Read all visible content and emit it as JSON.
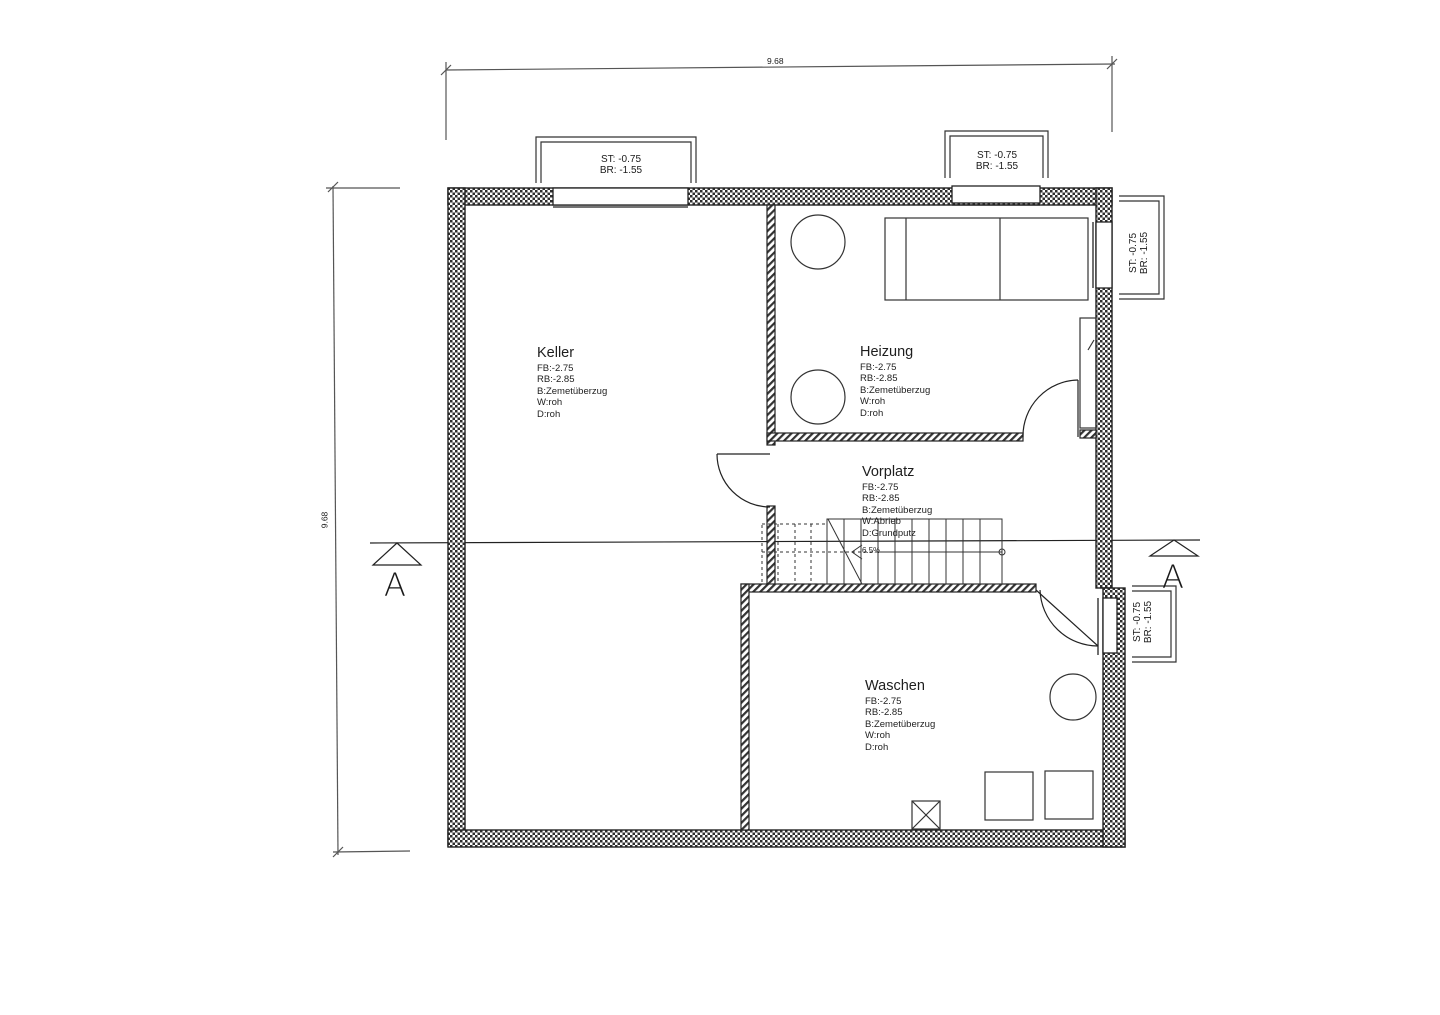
{
  "drawing": {
    "type": "floor-plan",
    "level": "basement",
    "dimensions": {
      "width_label": "9.68",
      "height_label": "9.68"
    },
    "section_marks": [
      {
        "label": "A",
        "side": "left"
      },
      {
        "label": "A",
        "side": "right"
      }
    ],
    "windows": [
      {
        "id": "keller-top",
        "st": "ST:  -0.75",
        "br": "BR: -1.55"
      },
      {
        "id": "heizung-top",
        "st": "ST:  -0.75",
        "br": "BR: -1.55"
      },
      {
        "id": "heizung-right",
        "st": "ST: -0.75",
        "br": "BR: -1.55"
      },
      {
        "id": "waschen-right",
        "st": "ST: -0.75",
        "br": "BR: -1.55"
      }
    ],
    "rooms": [
      {
        "name": "Keller",
        "fb": "FB:-2.75",
        "rb": "RB:-2.85",
        "b": "B:Zemetüberzug",
        "w": "W:roh",
        "d": "D:roh"
      },
      {
        "name": "Heizung",
        "fb": "FB:-2.75",
        "rb": "RB:-2.85",
        "b": "B:Zemetüberzug",
        "w": "W:roh",
        "d": "D:roh"
      },
      {
        "name": "Vorplatz",
        "fb": "FB:-2.75",
        "rb": "RB:-2.85",
        "b": "B:Zemetüberzug",
        "w": "W:Abrieb",
        "d": "D:Grundputz"
      },
      {
        "name": "Waschen",
        "fb": "FB:-2.75",
        "rb": "RB:-2.85",
        "b": "B:Zemetüberzug",
        "w": "W:roh",
        "d": "D:roh"
      }
    ],
    "stair_label": "6.5%",
    "colors": {
      "line": "#2a2a2a",
      "wall_hatch": "#3a3a3a",
      "paper": "#ffffff"
    }
  }
}
